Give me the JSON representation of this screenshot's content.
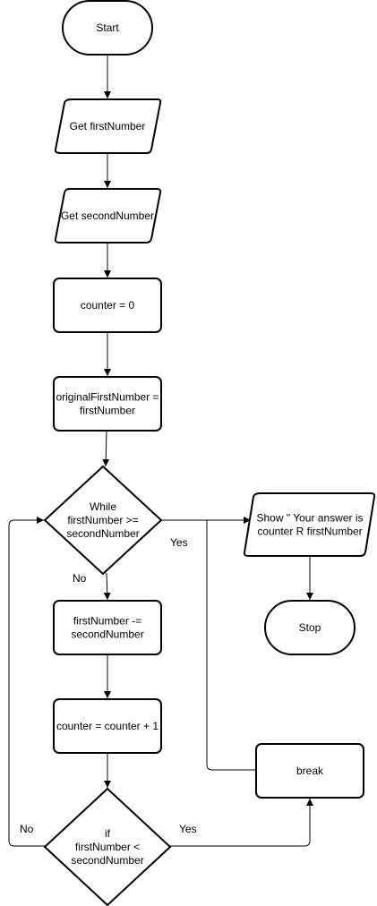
{
  "nodes": {
    "start": {
      "lines": [
        "Start"
      ]
    },
    "get_first": {
      "lines": [
        "Get firstNumber"
      ]
    },
    "get_second": {
      "lines": [
        "Get secondNumber"
      ]
    },
    "counter_init": {
      "lines": [
        "counter = 0"
      ]
    },
    "original_assign": {
      "lines": [
        "originalFirstNumber =",
        "firstNumber"
      ]
    },
    "while_check": {
      "lines": [
        "While",
        "firstNumber >=",
        "secondNumber"
      ]
    },
    "show_answer": {
      "lines": [
        "Show \" Your answer is",
        "counter R firstNumber"
      ]
    },
    "stop": {
      "lines": [
        "Stop"
      ]
    },
    "subtract": {
      "lines": [
        "firstNumber -=",
        "secondNumber"
      ]
    },
    "increment": {
      "lines": [
        "counter = counter + 1"
      ]
    },
    "break": {
      "lines": [
        "break"
      ]
    },
    "if_check": {
      "lines": [
        "if",
        "firstNumber <",
        "secondNumber"
      ]
    }
  },
  "edge_labels": {
    "while_yes": "Yes",
    "while_no": "No",
    "if_yes": "Yes",
    "if_no": "No"
  }
}
